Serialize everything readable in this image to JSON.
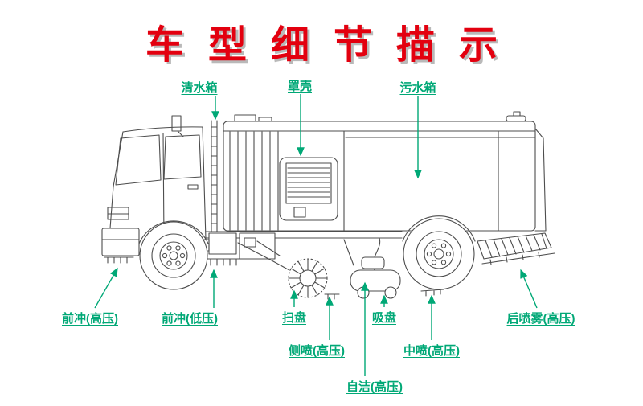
{
  "title": "车型细节描示",
  "colors": {
    "title_red": "#e3000f",
    "label_green": "#00a876",
    "drawing_gray": "#4d4d4d"
  },
  "labels": {
    "clean_water_tank": "清水箱",
    "cover_shell": "罩壳",
    "sewage_tank": "污水箱",
    "front_flush_high_pressure": "前冲(高压)",
    "front_flush_low_pressure": "前冲(低压)",
    "sweep_disc": "扫盘",
    "suction_plate": "吸盘",
    "rear_spray_high_pressure": "后喷雾(高压)",
    "side_spray_high_pressure": "侧喷(高压)",
    "middle_spray_high_pressure": "中喷(高压)",
    "self_clean_high_pressure": "自洁(高压)"
  }
}
